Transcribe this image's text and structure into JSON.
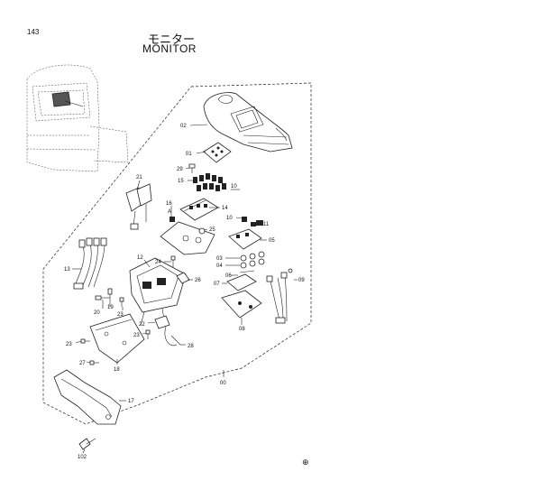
{
  "page": {
    "number": "143",
    "mark": "⊕"
  },
  "title": {
    "japanese": "モニター",
    "english": "MONITOR"
  },
  "callouts": [
    {
      "id": "c02",
      "label": "02"
    },
    {
      "id": "c01",
      "label": "01"
    },
    {
      "id": "c29",
      "label": "29"
    },
    {
      "id": "c15",
      "label": "15"
    },
    {
      "id": "c21",
      "label": "21"
    },
    {
      "id": "c10a",
      "label": "10"
    },
    {
      "id": "c16",
      "label": "16"
    },
    {
      "id": "cA",
      "label": "A"
    },
    {
      "id": "c14",
      "label": "14"
    },
    {
      "id": "c10b",
      "label": "10"
    },
    {
      "id": "c11",
      "label": "11"
    },
    {
      "id": "c25",
      "label": "25"
    },
    {
      "id": "c05",
      "label": "05"
    },
    {
      "id": "c03",
      "label": "03"
    },
    {
      "id": "c04",
      "label": "04"
    },
    {
      "id": "c13",
      "label": "13"
    },
    {
      "id": "c12",
      "label": "12"
    },
    {
      "id": "c24",
      "label": "24"
    },
    {
      "id": "c26",
      "label": "26"
    },
    {
      "id": "c06a",
      "label": "06"
    },
    {
      "id": "c07",
      "label": "07"
    },
    {
      "id": "c09",
      "label": "09"
    },
    {
      "id": "c20",
      "label": "20"
    },
    {
      "id": "c19",
      "label": "19"
    },
    {
      "id": "c23a",
      "label": "23"
    },
    {
      "id": "c08",
      "label": "08"
    },
    {
      "id": "c22",
      "label": "22"
    },
    {
      "id": "c23b",
      "label": "23"
    },
    {
      "id": "c28",
      "label": "28"
    },
    {
      "id": "c23c",
      "label": "23"
    },
    {
      "id": "c27",
      "label": "27"
    },
    {
      "id": "c18",
      "label": "18"
    },
    {
      "id": "c00",
      "label": "00"
    },
    {
      "id": "c17",
      "label": "17"
    },
    {
      "id": "c102",
      "label": "102"
    }
  ]
}
